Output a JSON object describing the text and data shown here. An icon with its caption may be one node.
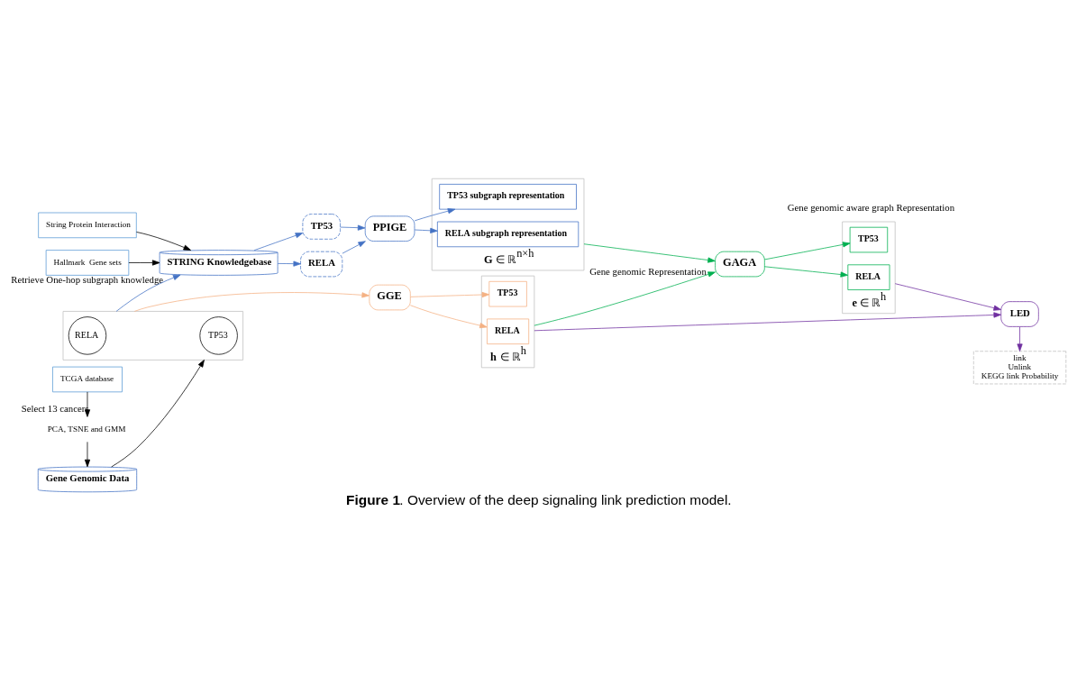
{
  "diagram": {
    "caption": "**Figure 1**. Overview of the deep signaling link prediction model.",
    "nodes": [
      {
        "text": [
          "String Protein Interaction"
        ]
      },
      {
        "text": [
          "Hallmark  Gene sets"
        ]
      },
      {
        "text": [
          "STRING Knowledgebase"
        ],
        "beside": [
          "Retrieve One-hop subgraph knowledge"
        ]
      },
      {
        "text": [
          "Gene Genomic Data"
        ]
      },
      {
        "text": [],
        "shape": "box"
      },
      {
        "text": [
          "TP53"
        ],
        "in": 4
      },
      {
        "text": [
          "RELA"
        ],
        "in": 4
      },
      {
        "text": [
          "TP53"
        ]
      },
      {
        "text": [
          "RELA"
        ]
      },
      {
        "text": [
          "PPIGE"
        ]
      },
      {
        "text": [
          "**G** ∈ ℝ$^{n×h}$"
        ]
      },
      {
        "text": [
          "TP53 subgraph representation"
        ],
        "in": 10
      },
      {
        "text": [
          "RELA subgraph representation"
        ],
        "in": 10
      },
      {
        "text": [
          "GAGA"
        ]
      },
      {
        "text": [
          "**e** ∈ ℝ$^{h}$"
        ],
        "beside": [
          "Gene genomic aware graph Representation"
        ]
      },
      {
        "text": [
          "TP53"
        ],
        "in": 14
      },
      {
        "text": [
          "RELA"
        ],
        "in": 14
      },
      {
        "text": [
          "GGE"
        ]
      },
      {
        "text": [
          "**h** ∈ ℝ$^{h}$"
        ]
      },
      {
        "text": [
          "TP53"
        ],
        "in": 18
      },
      {
        "text": [
          "RELA"
        ],
        "in": 18
      },
      {
        "text": [
          "LED"
        ]
      },
      {
        "text": [
          "link",
          "Unlink",
          "KEGG link Probability"
        ]
      },
      {
        "text": [
          "PCA, TSNE and GMM"
        ]
      },
      {
        "text": [
          "TCGA database"
        ]
      }
    ],
    "edges": [
      {
        "from": 0,
        "to": 2,
        "arrow": "to",
        "color": "#000000"
      },
      {
        "from": 1,
        "to": 2,
        "arrow": "to",
        "color": "#000000"
      },
      {
        "from": 24,
        "to": 23,
        "arrow": "to",
        "label": "Select 13 cancers",
        "color": "#000000"
      },
      {
        "from": 23,
        "to": 3,
        "arrow": "to",
        "color": "#000000"
      },
      {
        "from": 3,
        "to": 4,
        "arrow": "to",
        "color": "#000000"
      },
      {
        "from": 4,
        "to": 2,
        "arrow": "to"
      },
      {
        "from": 2,
        "to": 7,
        "arrow": "to"
      },
      {
        "from": 2,
        "to": 8,
        "arrow": "to"
      },
      {
        "from": 7,
        "to": 9,
        "arrow": "to"
      },
      {
        "from": 8,
        "to": 9,
        "arrow": "to"
      },
      {
        "from": 9,
        "to": 11,
        "arrow": "to"
      },
      {
        "from": 9,
        "to": 12,
        "arrow": "to"
      },
      {
        "from": 10,
        "to": 13,
        "arrow": "to",
        "color": "#00b050"
      },
      {
        "from": 18,
        "to": 13,
        "arrow": "to",
        "label": "Gene genomic Representation",
        "color": "#00b050"
      },
      {
        "from": 13,
        "to": 15,
        "arrow": "to",
        "color": "#00b050"
      },
      {
        "from": 13,
        "to": 16,
        "arrow": "to",
        "color": "#00b050"
      },
      {
        "from": 4,
        "to": 17,
        "arrow": "to",
        "color": "#f4b183"
      },
      {
        "from": 17,
        "to": 19,
        "arrow": "to",
        "color": "#f4b183"
      },
      {
        "from": 17,
        "to": 20,
        "arrow": "to",
        "color": "#f4b183"
      },
      {
        "from": 14,
        "to": 21,
        "arrow": "to",
        "color": "#7030a0"
      },
      {
        "from": 18,
        "to": 21,
        "arrow": "to",
        "color": "#7030a0"
      },
      {
        "from": 21,
        "to": 22,
        "arrow": "to",
        "color": "#7030a0"
      }
    ]
  }
}
